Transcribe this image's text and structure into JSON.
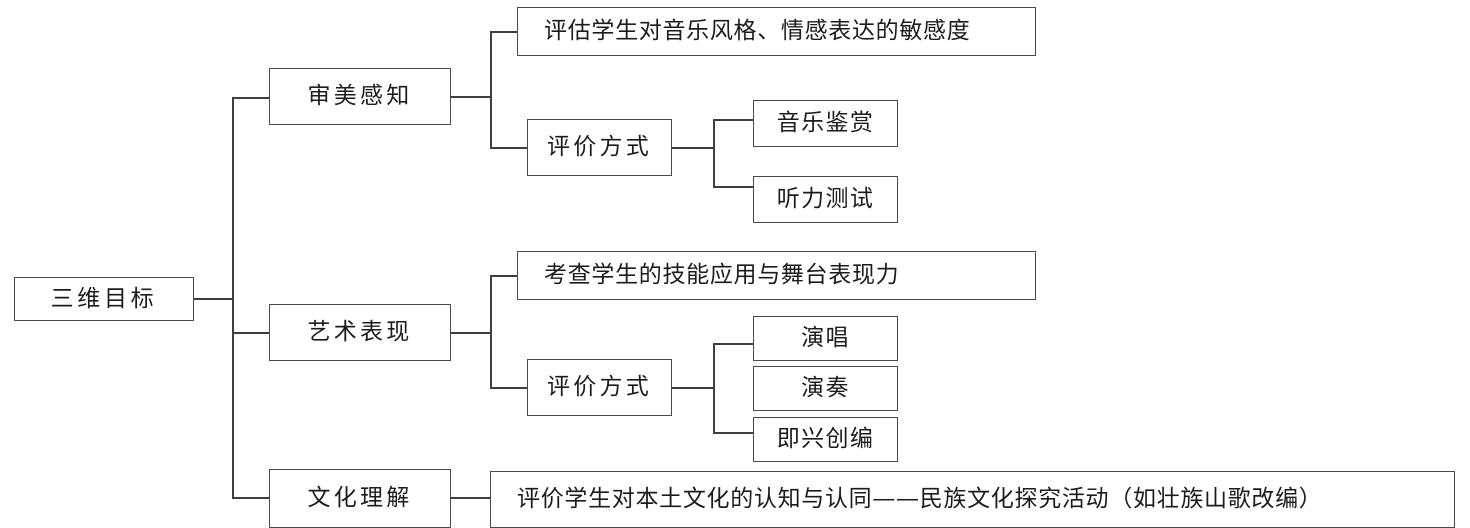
{
  "diagram": {
    "type": "horizontal-tree",
    "title_node": "三维目标",
    "root": {
      "label": "三维目标"
    },
    "branches": [
      {
        "label": "审美感知",
        "description": "评估学生对音乐风格、情感表达的敏感度",
        "method_label": "评价方式",
        "methods": [
          "音乐鉴赏",
          "听力测试"
        ]
      },
      {
        "label": "艺术表现",
        "description": "考查学生的技能应用与舞台表现力",
        "method_label": "评价方式",
        "methods": [
          "演唱",
          "演奏",
          "即兴创编"
        ]
      },
      {
        "label": "文化理解",
        "description": "评价学生对本土文化的认知与认同——民族文化探究活动（如壮族山歌改编）",
        "methods": []
      }
    ],
    "colors": {
      "border": "#4a4a4a",
      "line": "#3f3f3f",
      "text": "#1c1c1c",
      "background": "#ffffff"
    }
  }
}
